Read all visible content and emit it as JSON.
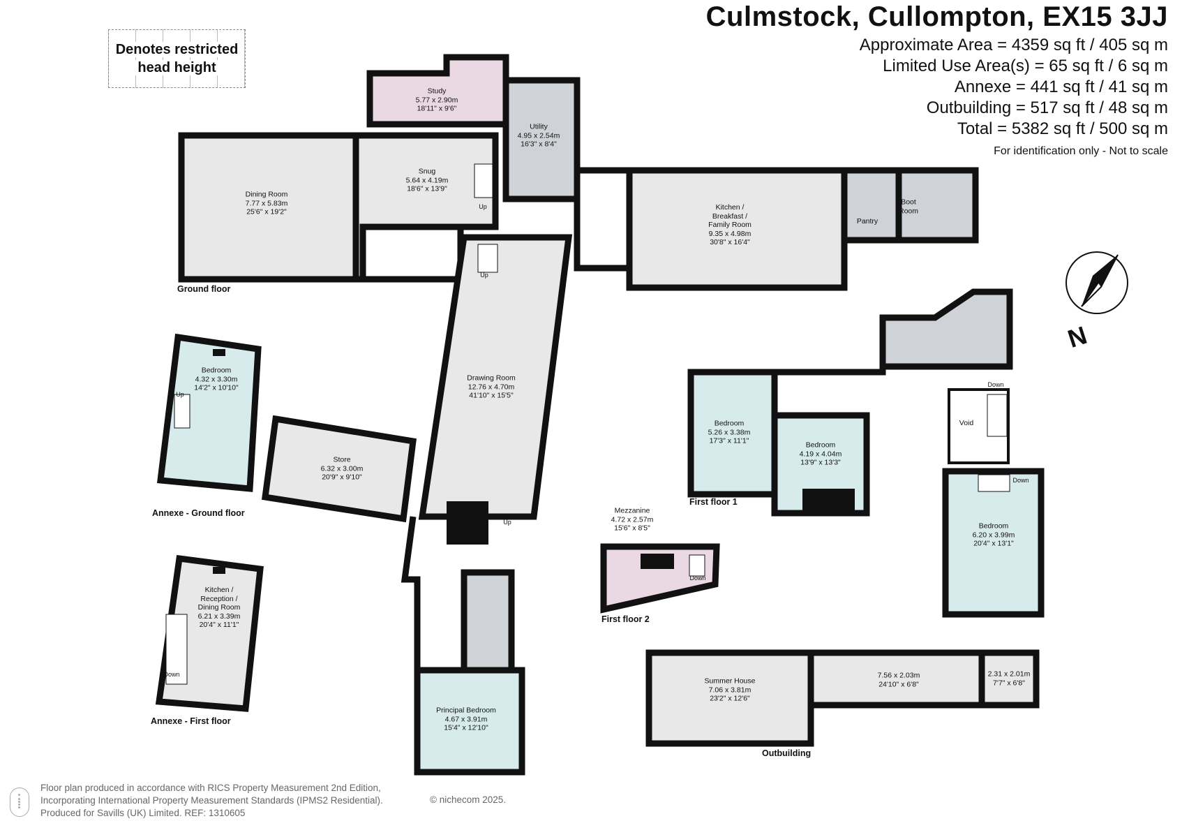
{
  "header": {
    "title": "Culmstock, Cullompton, EX15 3JJ",
    "areas": [
      "Approximate Area = 4359 sq ft / 405 sq m",
      "Limited Use Area(s) = 65 sq ft / 6 sq m",
      "Annexe = 441 sq ft / 41 sq m",
      "Outbuilding = 517 sq ft / 48 sq m",
      "Total = 5382 sq ft / 500 sq m"
    ],
    "note": "For identification only - Not to scale"
  },
  "legend": {
    "line1": "Denotes restricted",
    "line2": "head height"
  },
  "compass": {
    "label": "N"
  },
  "colors": {
    "wall": "#111111",
    "room_grey": "#e8e8e8",
    "room_teal": "#d8ebec",
    "room_pink": "#ead9e2",
    "room_service": "#cfd2d6"
  },
  "floor_labels": {
    "ground": "Ground floor",
    "annexe_ground": "Annexe - Ground floor",
    "annexe_first": "Annexe - First floor",
    "first1": "First floor 1",
    "first2": "First floor 2",
    "outbuilding": "Outbuilding"
  },
  "rooms": {
    "study": {
      "name": "Study",
      "metric": "5.77 x 2.90m",
      "imperial": "18'11\" x 9'6\""
    },
    "utility": {
      "name": "Utility",
      "metric": "4.95 x 2.54m",
      "imperial": "16'3\" x 8'4\""
    },
    "dining": {
      "name": "Dining Room",
      "metric": "7.77 x 5.83m",
      "imperial": "25'6\" x 19'2\""
    },
    "snug": {
      "name": "Snug",
      "metric": "5.64 x 4.19m",
      "imperial": "18'6\" x 13'9\""
    },
    "kitchen": {
      "name1": "Kitchen /",
      "name2": "Breakfast /",
      "name3": "Family Room",
      "metric": "9.35 x 4.98m",
      "imperial": "30'8\" x 16'4\""
    },
    "boot": {
      "name1": "Boot",
      "name2": "Room"
    },
    "pantry": {
      "name": "Pantry"
    },
    "drawing": {
      "name": "Drawing Room",
      "metric": "12.76 x 4.70m",
      "imperial": "41'10\" x 15'5\""
    },
    "store": {
      "name": "Store",
      "metric": "6.32 x 3.00m",
      "imperial": "20'9\" x 9'10\""
    },
    "annexe_bed": {
      "name": "Bedroom",
      "metric": "4.32 x 3.30m",
      "imperial": "14'2\" x 10'10\""
    },
    "annexe_kitchen": {
      "name1": "Kitchen /",
      "name2": "Reception /",
      "name3": "Dining Room",
      "metric": "6.21 x 3.39m",
      "imperial": "20'4\" x 11'1\""
    },
    "principal": {
      "name": "Principal Bedroom",
      "metric": "4.67 x 3.91m",
      "imperial": "15'4\" x 12'10\""
    },
    "mezzanine": {
      "name": "Mezzanine",
      "metric": "4.72 x 2.57m",
      "imperial": "15'6\" x 8'5\""
    },
    "bed1": {
      "name": "Bedroom",
      "metric": "5.26 x 3.38m",
      "imperial": "17'3\" x 11'1\""
    },
    "bed2": {
      "name": "Bedroom",
      "metric": "4.19 x 4.04m",
      "imperial": "13'9\" x 13'3\""
    },
    "bed3": {
      "name": "Bedroom",
      "metric": "6.20 x 3.99m",
      "imperial": "20'4\" x 13'1\""
    },
    "void": {
      "name": "Void"
    },
    "summer": {
      "name": "Summer House",
      "metric": "7.06 x 3.81m",
      "imperial": "23'2\" x 12'6\""
    },
    "out2": {
      "metric": "7.56 x 2.03m",
      "imperial": "24'10\" x 6'8\""
    },
    "out3": {
      "metric": "2.31 x 2.01m",
      "imperial": "7'7\" x 6'8\""
    }
  },
  "stair_labels": {
    "up": "Up",
    "down": "Down"
  },
  "footer": {
    "line1": "Floor plan produced in accordance with RICS Property Measurement 2nd Edition,",
    "line2": "Incorporating International Property Measurement Standards (IPMS2 Residential).",
    "line3": "Produced for Savills (UK) Limited.   REF:  1310605",
    "copyright": "© nichecom 2025."
  }
}
